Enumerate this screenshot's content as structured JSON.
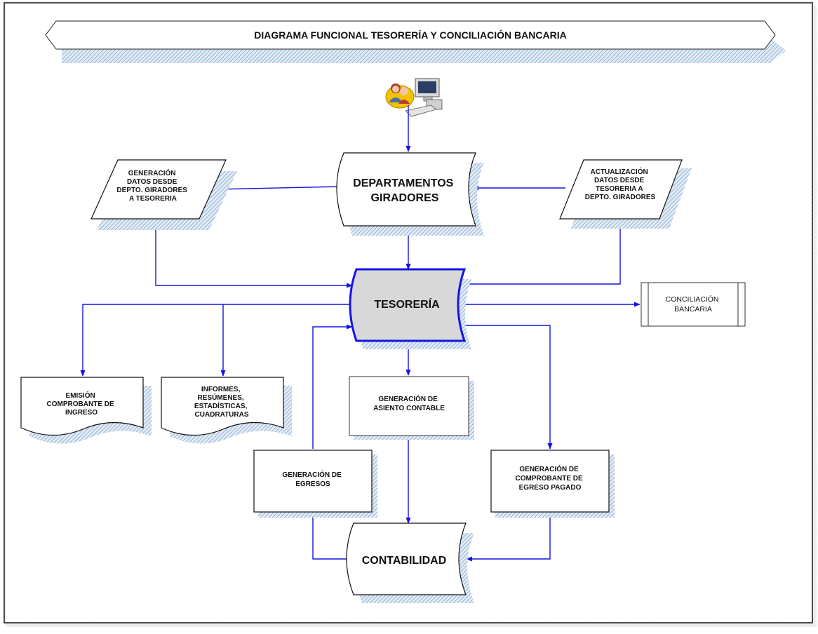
{
  "title": "DIAGRAMA FUNCIONAL TESORERÍA Y CONCILIACIÓN BANCARIA",
  "nodes": {
    "user_computer": {
      "icon": "user-computer-icon"
    },
    "departamentos": {
      "lines": [
        "DEPARTAMENTOS",
        "GIRADORES"
      ]
    },
    "generacion_datos": {
      "lines": [
        "GENERACIÓN",
        "DATOS DESDE",
        "DEPTO. GIRADORES",
        "A TESORERIA"
      ]
    },
    "actualizacion_datos": {
      "lines": [
        "ACTUALIZACIÓN",
        "DATOS DESDE",
        "TESORERIA A",
        "DEPTO. GIRADORES"
      ]
    },
    "tesoreria": {
      "lines": [
        "TESORERÍA"
      ]
    },
    "conciliacion": {
      "lines": [
        "CONCILIACIÓN",
        "BANCARIA"
      ]
    },
    "emision": {
      "lines": [
        "EMISIÓN",
        "COMPROBANTE DE",
        "INGRESO"
      ]
    },
    "informes": {
      "lines": [
        "INFORMES,",
        "RESÚMENES,",
        "ESTADÍSTICAS,",
        "CUADRATURAS"
      ]
    },
    "asiento": {
      "lines": [
        "GENERACIÓN DE",
        "ASIENTO CONTABLE"
      ]
    },
    "egresos": {
      "lines": [
        "GENERACIÓN DE",
        "EGRESOS"
      ]
    },
    "comprobante_egreso": {
      "lines": [
        "GENERACIÓN DE",
        "COMPROBANTE DE",
        "EGRESO PAGADO"
      ]
    },
    "contabilidad": {
      "lines": [
        "CONTABILIDAD"
      ]
    }
  },
  "colors": {
    "edge": "#1414e6",
    "tesoreria_fill": "#d8d8d8",
    "shadow": "#b9cde0"
  }
}
